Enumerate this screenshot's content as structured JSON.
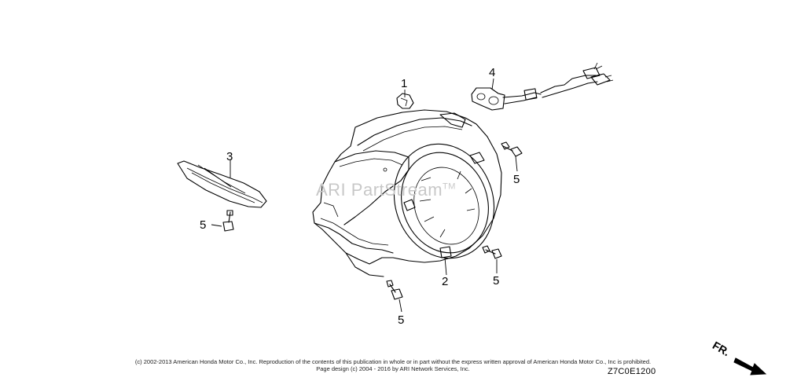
{
  "diagram": {
    "callouts": {
      "c1": "1",
      "c2": "2",
      "c3": "3",
      "c4": "4",
      "c5": "5"
    },
    "watermark": "ARI PartStream",
    "watermark_tm": "TM",
    "diagram_code": "Z7C0E1200",
    "direction_label": "FR."
  },
  "footer": {
    "copyright_line": "(c) 2002-2013 American Honda Motor Co., Inc. Reproduction of the contents of this publication in whole or in part without the express written approval of American Honda Motor Co., Inc is prohibited.",
    "design_line": "Page design (c) 2004 - 2016 by ARI Network Services, Inc."
  }
}
